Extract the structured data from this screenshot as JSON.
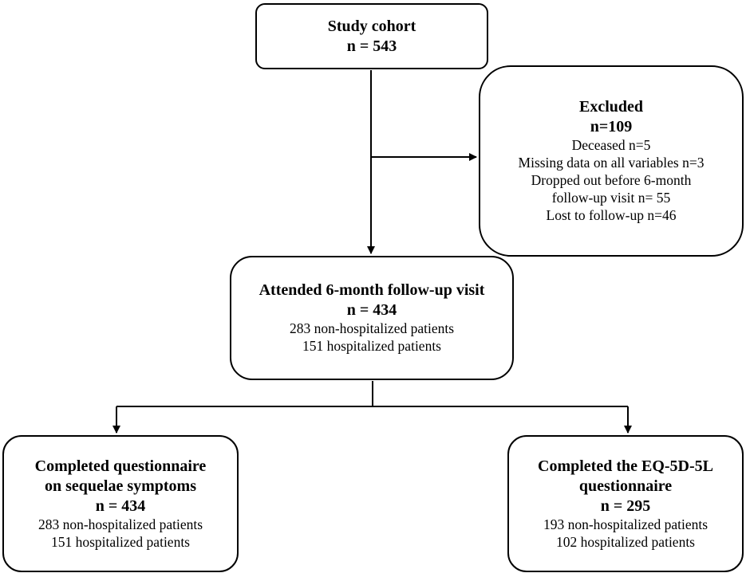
{
  "study_cohort": {
    "title": "Study cohort",
    "count": "n = 543"
  },
  "excluded": {
    "title": "Excluded",
    "count": "n=109",
    "details": [
      "Deceased n=5",
      "Missing data on all variables n=3",
      "Dropped out before 6-month",
      "follow-up visit n= 55",
      "Lost to follow-up n=46"
    ]
  },
  "attended": {
    "title": "Attended 6-month follow-up visit",
    "count": "n = 434",
    "details": [
      "283 non-hospitalized patients",
      "151 hospitalized patients"
    ]
  },
  "sequelae": {
    "title": "Completed questionnaire\non sequelae symptoms",
    "count": "n = 434",
    "details": [
      "283 non-hospitalized patients",
      "151 hospitalized patients"
    ]
  },
  "eq5d": {
    "title": "Completed the EQ-5D-5L\nquestionnaire",
    "count": "n = 295",
    "details": [
      "193 non-hospitalized patients",
      "102 hospitalized patients"
    ]
  }
}
